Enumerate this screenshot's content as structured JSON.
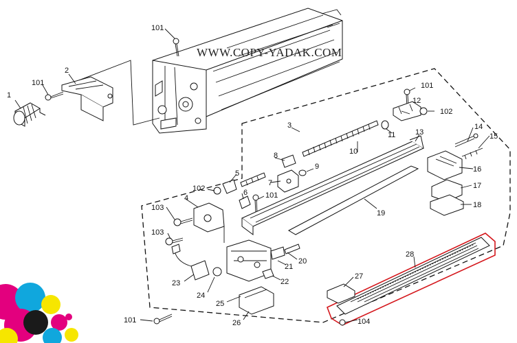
{
  "watermark": "WWW.COPY-YADAK.COM",
  "colors": {
    "highlight": "#d4161b",
    "logo_magenta": "#e3007e",
    "logo_cyan": "#10a7dd",
    "logo_yellow": "#f6e600",
    "logo_black": "#1a1a1a"
  },
  "callouts": {
    "c1": "1",
    "c2": "2",
    "c3": "3",
    "c4": "4",
    "c5": "5",
    "c6": "6",
    "c7": "7",
    "c8": "8",
    "c9": "9",
    "c10": "10",
    "c11": "11",
    "c12": "12",
    "c13": "13",
    "c14": "14",
    "c15": "15",
    "c16": "16",
    "c17": "17",
    "c18": "18",
    "c19": "19",
    "c20": "20",
    "c21": "21",
    "c22": "22",
    "c23": "23",
    "c24": "24",
    "c25": "25",
    "c26": "26",
    "c27": "27",
    "c28": "28",
    "c101a": "101",
    "c101b": "101",
    "c101c": "101",
    "c101d": "101",
    "c101e": "101",
    "c102a": "102",
    "c102b": "102",
    "c103a": "103",
    "c103b": "103",
    "c104": "104"
  },
  "logo_icon": "cmyk-circles-logo"
}
